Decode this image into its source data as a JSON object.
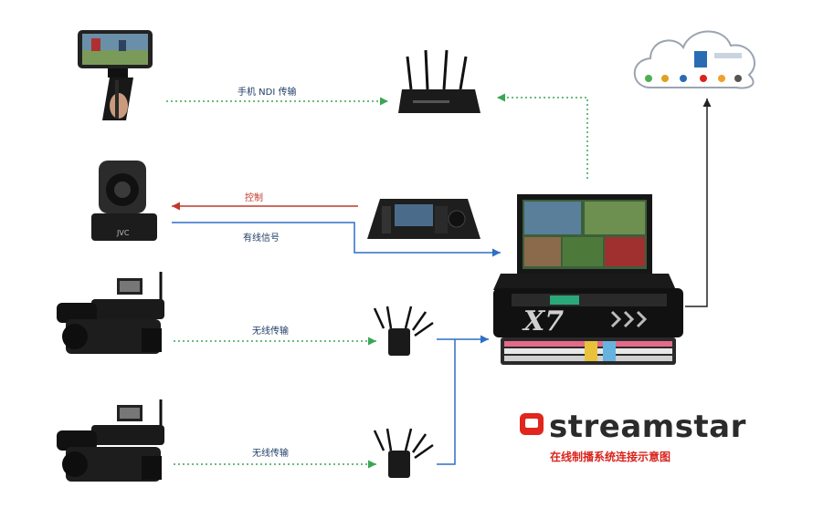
{
  "diagram": {
    "labels": {
      "phone_ndi": "手机 NDI 传输",
      "control": "控制",
      "wired_signal": "有线信号",
      "wireless_1": "无线传输",
      "wireless_2": "无线传输"
    },
    "brand": {
      "name": "streamstar",
      "subtitle": "在线制播系统连接示意图"
    },
    "devices": {
      "ptz_camera_brand": "JVC",
      "switcher_model": "X7"
    },
    "colors": {
      "green_link": "#3aa655",
      "red_link": "#c0392b",
      "blue_link": "#2f6fc6",
      "black_link": "#222222",
      "brand_red": "#e0261d"
    }
  }
}
